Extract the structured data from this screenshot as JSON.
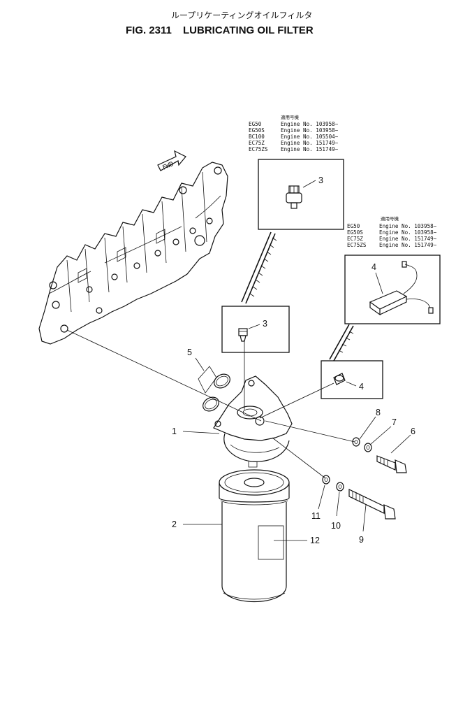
{
  "header": {
    "title_jp": "ループリケーティングオイルフィルタ",
    "fig_number": "FIG. 2311",
    "fig_title": "LUBRICATING OIL FILTER"
  },
  "fwd_label": "FWD",
  "table_a": {
    "heading": "適用号機",
    "rows": [
      {
        "model": "EG50",
        "engine": "Engine No. 103958~"
      },
      {
        "model": "EG50S",
        "engine": "Engine No. 103958~"
      },
      {
        "model": "BC100",
        "engine": "Engine No. 105504~"
      },
      {
        "model": "EC75Z",
        "engine": "Engine No. 151749~"
      },
      {
        "model": "EC75ZS",
        "engine": "Engine No. 151749~"
      }
    ]
  },
  "table_b": {
    "heading": "適用号機",
    "rows": [
      {
        "model": "EG50",
        "engine": "Engine No. 103958~"
      },
      {
        "model": "EG50S",
        "engine": "Engine No. 103958~"
      },
      {
        "model": "EC75Z",
        "engine": "Engine No. 151749~"
      },
      {
        "model": "EC75ZS",
        "engine": "Engine No. 151749~"
      }
    ]
  },
  "callouts": {
    "p1": "1",
    "p2": "2",
    "p3a": "3",
    "p3b": "3",
    "p4a": "4",
    "p4b": "4",
    "p5": "5",
    "p6": "6",
    "p7": "7",
    "p8": "8",
    "p9": "9",
    "p10": "10",
    "p11": "11",
    "p12": "12"
  }
}
